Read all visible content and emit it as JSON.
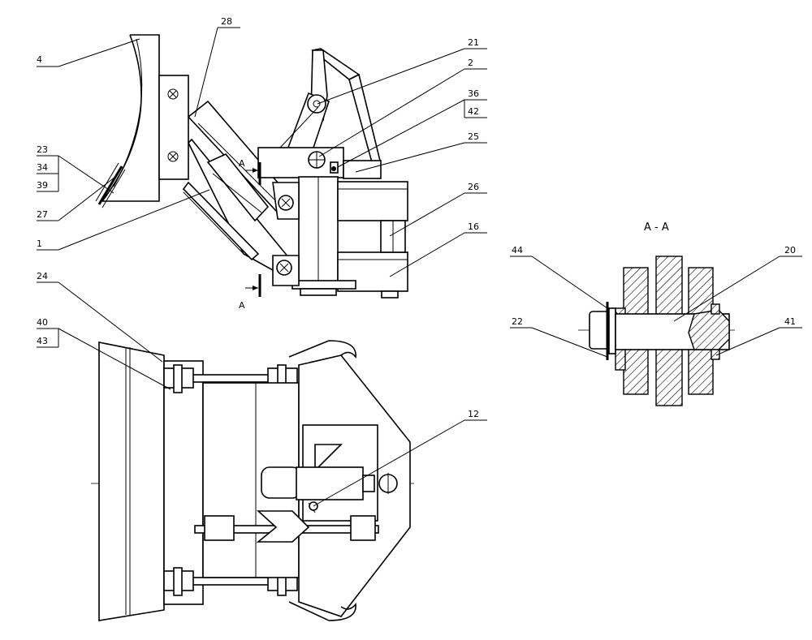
{
  "title": "",
  "section_title": "A - A",
  "section_mark": "A",
  "callouts": {
    "c4": "4",
    "c28": "28",
    "c21": "21",
    "c2": "2",
    "c36": "36",
    "c42": "42",
    "c25": "25",
    "c26": "26",
    "c16": "16",
    "c23": "23",
    "c34": "34",
    "c39": "39",
    "c27": "27",
    "c1": "1",
    "c24": "24",
    "c40": "40",
    "c43": "43",
    "c12": "12",
    "c44": "44",
    "c22": "22",
    "c20": "20",
    "c41": "41"
  }
}
